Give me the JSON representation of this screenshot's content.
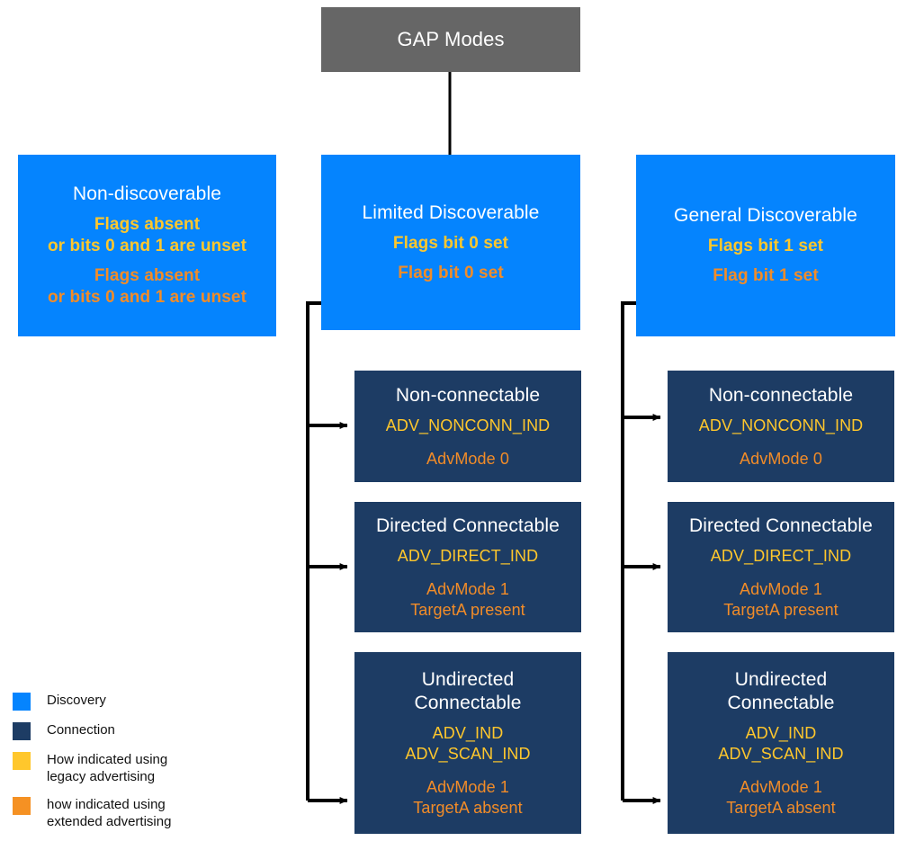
{
  "diagram": {
    "title": "GAP Modes",
    "root": {
      "label": "GAP Modes",
      "fill": "#666666"
    },
    "discovery_nodes": [
      {
        "title": "Non-discoverable",
        "legacy_lines": [
          "Flags absent",
          "or bits 0 and 1 are unset"
        ],
        "extended_lines": [
          "Flags absent",
          "or bits 0 and 1 are unset"
        ],
        "fill": "#0584FE"
      },
      {
        "title": "Limited Discoverable",
        "legacy_lines": [
          "Flags bit 0 set"
        ],
        "extended_lines": [
          "Flag bit 0 set"
        ],
        "fill": "#0584FE"
      },
      {
        "title": "General Discoverable",
        "legacy_lines": [
          "Flags bit 1 set"
        ],
        "extended_lines": [
          "Flag bit 1 set"
        ],
        "fill": "#0584FE"
      }
    ],
    "connection_nodes_limited": [
      {
        "title": "Non-connectable",
        "legacy_lines": [
          "ADV_NONCONN_IND"
        ],
        "extended_lines": [
          "AdvMode 0"
        ],
        "fill": "#1D3C64"
      },
      {
        "title": "Directed Connectable",
        "legacy_lines": [
          "ADV_DIRECT_IND"
        ],
        "extended_lines": [
          "AdvMode 1",
          "TargetA present"
        ],
        "fill": "#1D3C64"
      },
      {
        "title": "Undirected Connectable",
        "legacy_lines": [
          "ADV_IND",
          "ADV_SCAN_IND"
        ],
        "extended_lines": [
          "AdvMode 1",
          "TargetA absent"
        ],
        "fill": "#1D3C64"
      }
    ],
    "connection_nodes_general": [
      {
        "title": "Non-connectable",
        "legacy_lines": [
          "ADV_NONCONN_IND"
        ],
        "extended_lines": [
          "AdvMode 0"
        ],
        "fill": "#1D3C64"
      },
      {
        "title": "Directed Connectable",
        "legacy_lines": [
          "ADV_DIRECT_IND"
        ],
        "extended_lines": [
          "AdvMode 1",
          "TargetA present"
        ],
        "fill": "#1D3C64"
      },
      {
        "title": "Undirected Connectable",
        "legacy_lines": [
          "ADV_IND",
          "ADV_SCAN_IND"
        ],
        "extended_lines": [
          "AdvMode 1",
          "TargetA absent"
        ],
        "fill": "#1D3C64"
      }
    ]
  },
  "legend": {
    "items": [
      {
        "color": "#0584FE",
        "lines": [
          "Discovery"
        ]
      },
      {
        "color": "#1D3C64",
        "lines": [
          "Connection"
        ]
      },
      {
        "color": "#FFC72C",
        "lines": [
          "How indicated using",
          "legacy advertising"
        ]
      },
      {
        "color": "#F59123",
        "lines": [
          "how indicated using",
          "extended advertising"
        ]
      }
    ]
  },
  "colors": {
    "discovery_blue": "#0584FE",
    "connection_navy": "#1D3C64",
    "legacy_yellow": "#FFC72C",
    "extended_orange": "#F28C28",
    "root_gray": "#666666",
    "connector_black": "#000000",
    "background": "#FFFFFF"
  }
}
